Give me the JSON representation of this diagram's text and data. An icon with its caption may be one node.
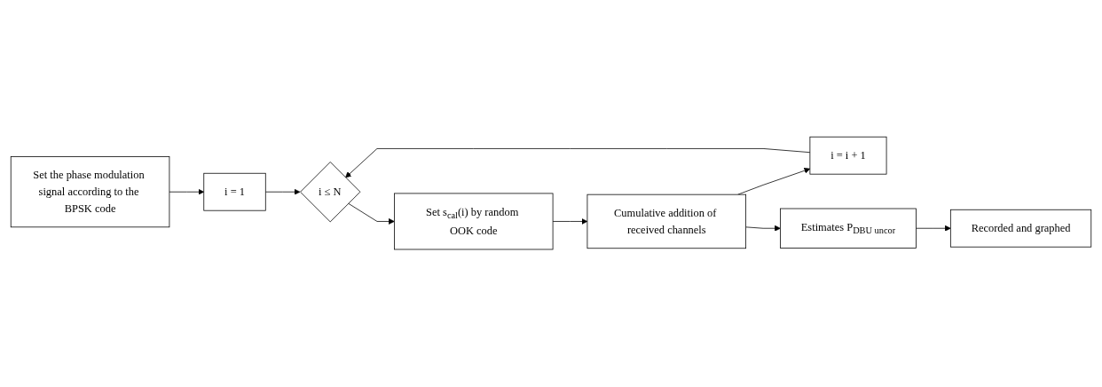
{
  "diagram": {
    "nodes": [
      {
        "text": [
          "Set the phase modulation signal according to the BPSK code"
        ]
      },
      {
        "text": [
          "i = 1"
        ]
      },
      {
        "text": [
          "i ≤ N"
        ]
      },
      {
        "text": [
          "Set s$_{cal}$(i) by random OOK code"
        ]
      },
      {
        "text": [
          "Cumulative addition of received channels"
        ]
      },
      {
        "text": [
          "i = i + 1"
        ]
      },
      {
        "text": [
          "Estimates P$_{DBU uncor}$"
        ]
      },
      {
        "text": [
          "Recorded and graphed"
        ]
      }
    ],
    "edges": [
      {
        "from": 0,
        "to": 1,
        "arrow": "to"
      },
      {
        "from": 1,
        "to": 2,
        "arrow": "to"
      },
      {
        "from": 2,
        "to": 3,
        "arrow": "to"
      },
      {
        "from": 3,
        "to": 4,
        "arrow": "to"
      },
      {
        "from": 4,
        "to": 5,
        "arrow": "to"
      },
      {
        "from": 5,
        "to": 2,
        "arrow": "to"
      },
      {
        "from": 4,
        "to": 6,
        "arrow": "to"
      },
      {
        "from": 6,
        "to": 7,
        "arrow": "to"
      }
    ]
  }
}
